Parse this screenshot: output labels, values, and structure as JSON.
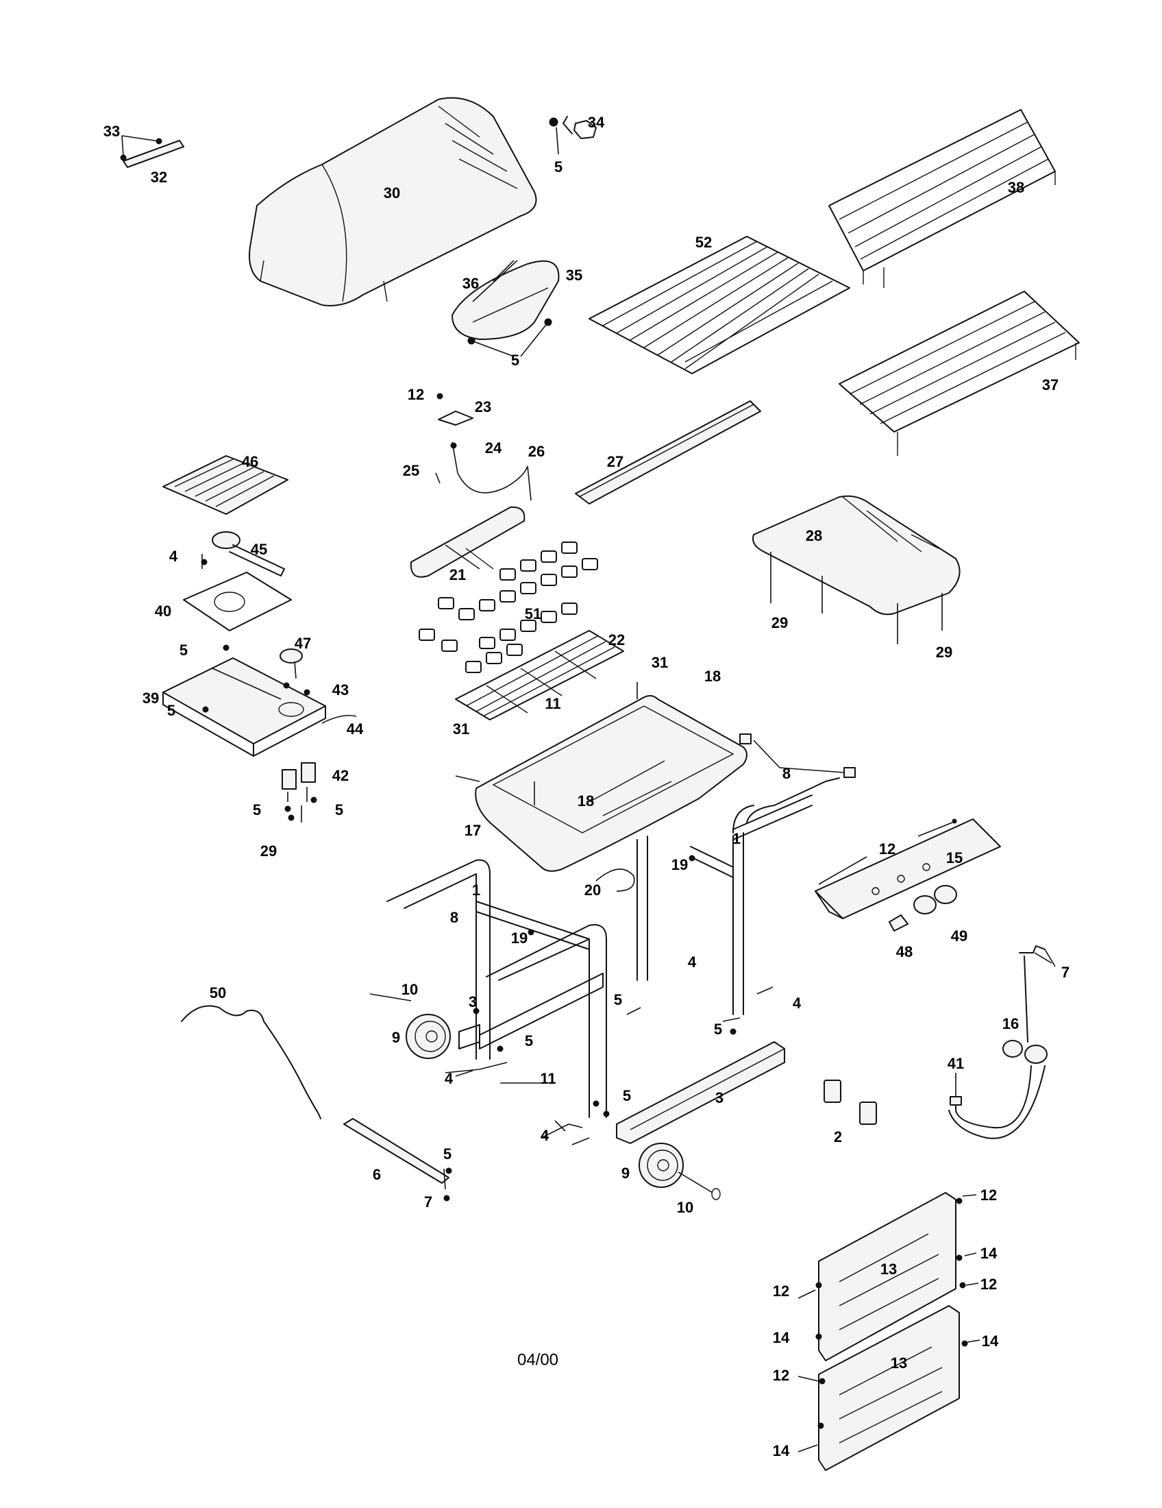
{
  "figure": {
    "footer_code": "04/00"
  },
  "callouts": {
    "c33": "33",
    "c32": "32",
    "c30": "30",
    "c34": "34",
    "c5a": "5",
    "c38": "38",
    "c52": "52",
    "c36": "36",
    "c35": "35",
    "c5b": "5",
    "c37": "37",
    "c12a": "12",
    "c23": "23",
    "c24": "24",
    "c25": "25",
    "c26": "26",
    "c27": "27",
    "c46": "46",
    "c45": "45",
    "c4a": "4",
    "c28": "28",
    "c21": "21",
    "c40": "40",
    "c51": "51",
    "c29a": "29",
    "c29b": "29",
    "c5c": "5",
    "c47": "47",
    "c43": "43",
    "c22": "22",
    "c31a": "31",
    "c18a": "18",
    "c39": "39",
    "c5d": "5",
    "c44": "44",
    "c11a": "11",
    "c42": "42",
    "c31b": "31",
    "c8a": "8",
    "c18b": "18",
    "c5e": "5",
    "c5f": "5",
    "c17": "17",
    "c1a": "1",
    "c12b": "12",
    "c15": "15",
    "c29c": "29",
    "c19a": "19",
    "c20": "20",
    "c1b": "1",
    "c8b": "8",
    "c19b": "19",
    "c49": "49",
    "c48": "48",
    "c7a": "7",
    "c4b": "4",
    "c10a": "10",
    "c50": "50",
    "c5g": "5",
    "c3a": "3",
    "c4c": "4",
    "c16": "16",
    "c9a": "9",
    "c5h": "5",
    "c5i": "5",
    "c4d": "4",
    "c11b": "11",
    "c41": "41",
    "c5j": "5",
    "c3b": "3",
    "c4e": "4",
    "c2": "2",
    "c5k": "5",
    "c6": "6",
    "c9b": "9",
    "c7b": "7",
    "c10b": "10",
    "c12c": "12",
    "c14a": "14",
    "c12d": "12",
    "c13a": "13",
    "c12e": "12",
    "c14b": "14",
    "c14c": "14",
    "c13b": "13",
    "c12f": "12",
    "c14d": "14"
  }
}
